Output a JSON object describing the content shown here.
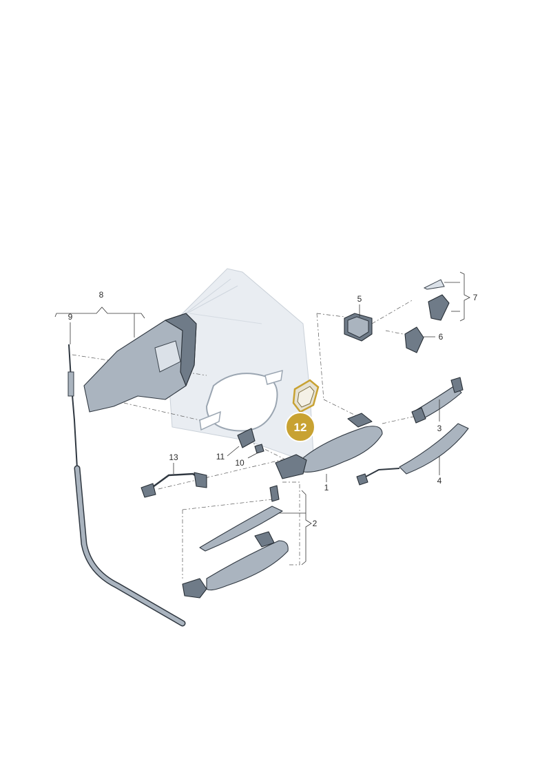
{
  "diagram": {
    "labels": {
      "p1": "1",
      "p2": "2",
      "p3": "3",
      "p4": "4",
      "p5": "5",
      "p6": "6",
      "p7": "7",
      "p8": "8",
      "p9": "9",
      "p10": "10",
      "p11": "11",
      "p12": "12",
      "p13": "13"
    },
    "highlight": "12",
    "colors": {
      "callout_fill": "#c8a232",
      "door_panel": "#e9edf2",
      "part_fill": "#aab4bf",
      "outline": "#2f3740"
    }
  }
}
